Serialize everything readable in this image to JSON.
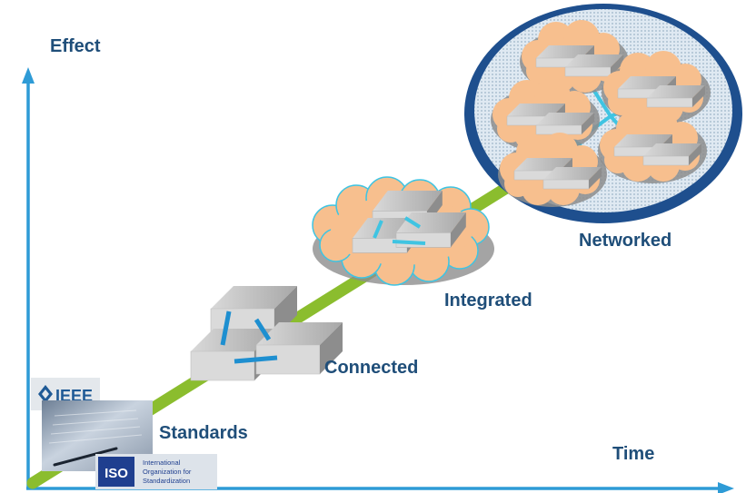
{
  "axes": {
    "y_label": "Effect",
    "x_label": "Time"
  },
  "stages": {
    "standards": "Standards",
    "connected": "Connected",
    "integrated": "Integrated",
    "networked": "Networked"
  },
  "logos": {
    "ieee": "IEEE",
    "iso_mark": "ISO",
    "iso_line1": "International",
    "iso_line2": "Organization for",
    "iso_line3": "Standardization"
  },
  "colors": {
    "axis": "#2e9bd6",
    "label": "#1f4e79",
    "trend": "#8bbd2e",
    "cloud": "#f7bf8e",
    "cloud_border": "#3fc4e2",
    "globe_ring": "#1e4f8e",
    "link": "#3fc4e2",
    "link_dark": "#1e8fd0"
  }
}
